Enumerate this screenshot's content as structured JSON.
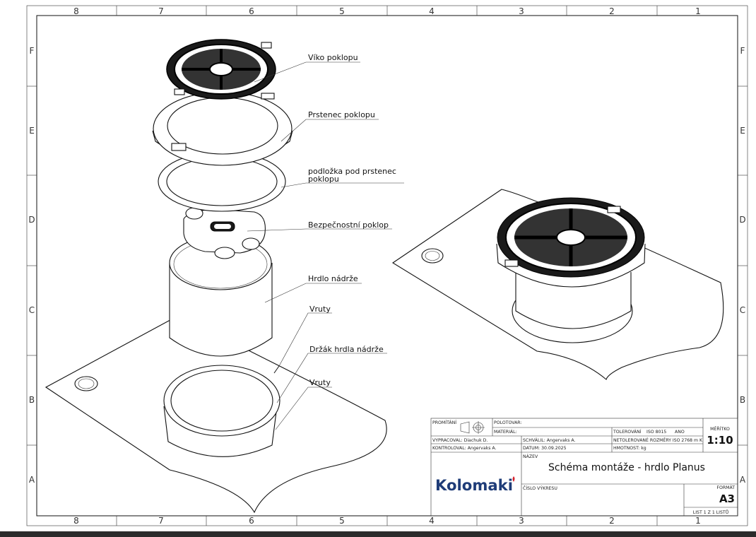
{
  "zones": {
    "columns": [
      "8",
      "7",
      "6",
      "5",
      "4",
      "3",
      "2",
      "1"
    ],
    "rows": [
      "F",
      "E",
      "D",
      "C",
      "B",
      "A"
    ]
  },
  "callouts": [
    {
      "label": "Víko poklopu"
    },
    {
      "label": "Prstenec poklopu"
    },
    {
      "label": "podložka pod prstenec",
      "label2": "poklopu"
    },
    {
      "label": "Bezpečnostní poklop"
    },
    {
      "label": "Hrdlo nádrže"
    },
    {
      "label": "Vruty"
    },
    {
      "label": "Držák hrdla nádrže"
    },
    {
      "label": "Vruty"
    }
  ],
  "title_block": {
    "promitani": "PROMÍTÁNÍ",
    "polotovar": "POLOTOVAR:",
    "material": "MATERIÁL:",
    "tolerovani": "TOLEROVÁNÍ",
    "tolerovani_std": "ISO 8015",
    "tolerovani_val": "ANO",
    "vypracoval": "VYPRACOVAL: Diachuk D.",
    "schvalil": "SCHVÁLIL: Angervaks A.",
    "netolerovane": "NETOLEROVANÉ ROZMĚRY ISO 2768 m K",
    "kontroloval": "KONTROLOVAL: Angervaks A.",
    "datum": "DATUM:  30.09.2025",
    "hmotnost": "HMOTNOST:  kg",
    "meritko_label": "MĚŘÍTKO",
    "meritko": "1:10",
    "nazev_label": "NÁZEV",
    "nazev": "Schéma montáže - hrdlo Planus",
    "cislo_vykresu": "ČÍSLO VÝKRESU",
    "format_label": "FORMÁT",
    "format": "A3",
    "list": "LIST  1  Z  1  LISTŮ",
    "logo": "Kolomaki"
  },
  "colors": {
    "logo": "#1f3c78",
    "logo_accent": "#d4202a"
  }
}
